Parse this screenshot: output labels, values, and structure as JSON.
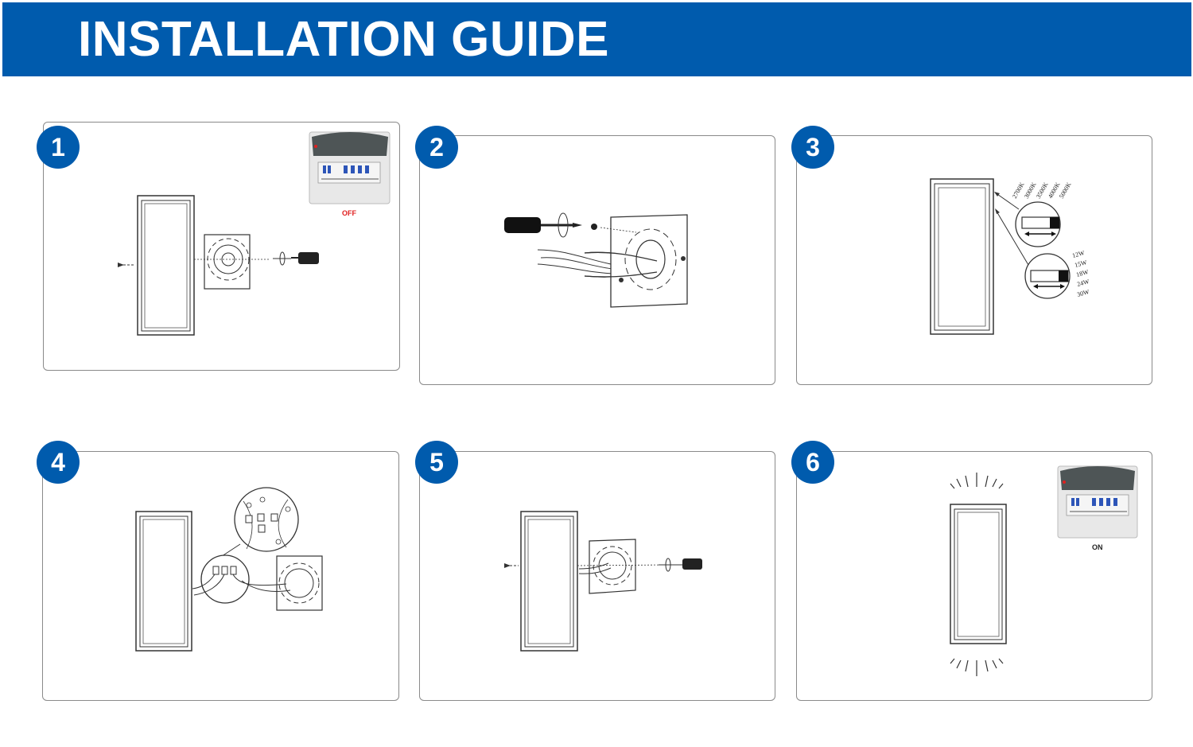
{
  "header": {
    "title": "INSTALLATION GUIDE"
  },
  "steps": [
    {
      "number": "1",
      "breaker_label": "OFF"
    },
    {
      "number": "2"
    },
    {
      "number": "3",
      "cct_options": [
        "2700K",
        "3000K",
        "3500K",
        "4000K",
        "5000K"
      ],
      "wattage_options": [
        "12W",
        "15W",
        "18W",
        "24W",
        "30W"
      ]
    },
    {
      "number": "4"
    },
    {
      "number": "5"
    },
    {
      "number": "6",
      "breaker_label": "ON"
    }
  ],
  "colors": {
    "brand_blue": "#005bad",
    "off_red": "#e02020"
  }
}
